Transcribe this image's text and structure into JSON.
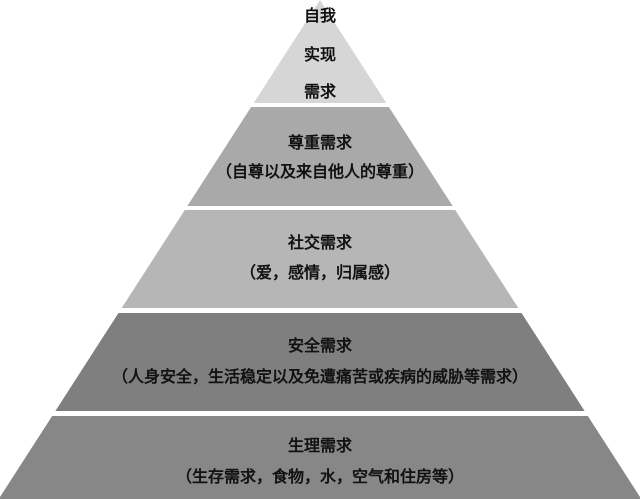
{
  "title": "需求层次金字塔",
  "layers": [
    {
      "lines": [
        "自我",
        "实现",
        "需求"
      ],
      "color": "#d6d6d6"
    },
    {
      "lines": [
        "尊重需求",
        "（自尊以及来自他人的尊重）"
      ],
      "color": "#a9a9a9"
    },
    {
      "lines": [
        "社交需求",
        "（爱，感情，归属感）"
      ],
      "color": "#b6b6b6"
    },
    {
      "lines": [
        "安全需求",
        "（人身安全，生活稳定以及免遭痛苦或疾病的威胁等需求）"
      ],
      "color": "#7f7f7f"
    },
    {
      "lines": [
        "生理需求",
        "（生存需求，食物，水，空气和住房等）"
      ],
      "color": "#878787"
    }
  ]
}
